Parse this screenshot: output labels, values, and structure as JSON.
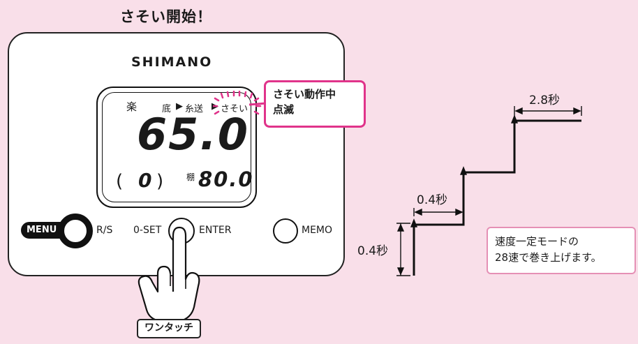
{
  "title": "さそい開始！",
  "device": {
    "brand": "SHIMANO",
    "display": {
      "label_raku": "楽",
      "label_soko": "底",
      "arrow1": "▶",
      "label_itoso": "糸送",
      "arrow2": "▶",
      "label_sasoi": "さそい",
      "main_value": "65.0",
      "paren_open": "(",
      "paren_value": "0",
      "paren_close": ")",
      "label_tana": "棚",
      "tana_value": "80.0"
    },
    "buttons": {
      "menu": "MENU",
      "rs": "R/S",
      "zero_set": "0-SET",
      "enter": "ENTER",
      "memo": "MEMO"
    }
  },
  "callout": {
    "line1": "さそい動作中",
    "line2": "点滅"
  },
  "note": {
    "line1": "速度一定モードの",
    "line2": "28速で巻き上げます。"
  },
  "one_touch_label": "ワンタッチ",
  "timing": {
    "label_a": "0.4秒",
    "label_b": "0.4秒",
    "label_c": "2.8秒"
  },
  "colors": {
    "background": "#f9dfe9",
    "accent": "#e0338a",
    "note_border": "#e590b5"
  }
}
